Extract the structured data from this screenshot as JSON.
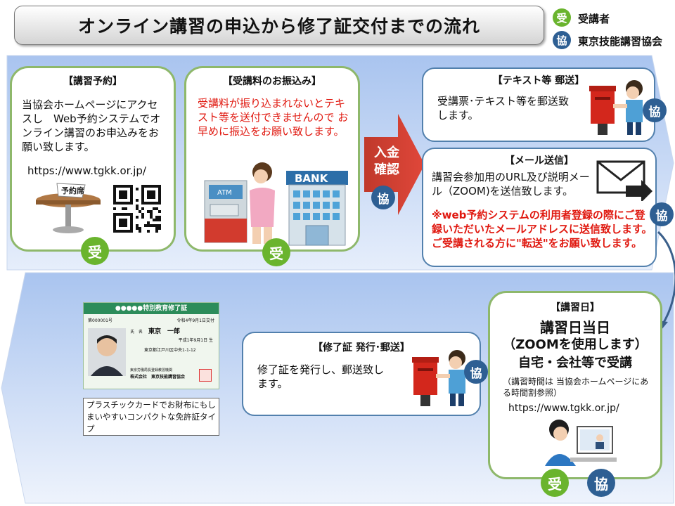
{
  "title": "オンライン講習の申込から修了証交付までの流れ",
  "legend": {
    "u_badge": "受",
    "u_label": "受講者",
    "k_badge": "協",
    "k_label": "東京技能講習協会"
  },
  "step1": {
    "heading": "【講習予約】",
    "body": "当協会ホームページにアクセスし　Web予約システムでオンライン講習のお申込みをお願い致します。",
    "url": "https://www.tgkk.or.jp/",
    "sign_text": "予約席",
    "badge": "受"
  },
  "step2": {
    "heading": "【受講料のお振込み】",
    "body_red": "受講料が振り込まれないとテキスト等を送付できませんので お早めに振込をお願い致します。",
    "atm_label": "ATM",
    "bank_label": "BANK",
    "badge": "受"
  },
  "arrow": {
    "label_line1": "入金",
    "label_line2": "確認",
    "badge": "協"
  },
  "step3": {
    "heading": "【テキスト等 郵送】",
    "body": "受講票･テキスト等を郵送致します。",
    "badge": "協"
  },
  "step4": {
    "heading": "【メール送信】",
    "body": "講習会参加用のURL及び説明メール（ZOOM)を送信致します。",
    "note_red": "※web予約システムの利用者登録の際にご登録いただいたメールアドレスに送信致します。ご受講される方に\"転送\"をお願い致します。",
    "badge": "協"
  },
  "step5": {
    "heading": "【講習日】",
    "line1": "講習日当日",
    "line2": "（ZOOMを使用します）",
    "line3": "自宅・会社等で受講",
    "note": "（講習時間は 当協会ホームページにある時間割参照）",
    "url": "https://www.tgkk.or.jp/",
    "badge_u": "受",
    "badge_k": "協"
  },
  "step6": {
    "heading": "【修了証 発行･郵送】",
    "body": "修了証を発行し、郵送致します。",
    "badge": "協"
  },
  "certificate": {
    "header": "●●●●●特別教育修了証",
    "number": "第000001号",
    "issue_date": "令和4年9月1日交付",
    "name_label": "氏　名",
    "name": "東京　一郎",
    "birth": "平成1年9月1日 生",
    "address": "東京都江戸川区中央1-1-12",
    "issuer1": "東京労働局長登録教習機関",
    "issuer2": "株式会社　東京技能講習協会"
  },
  "card_note": "プラスチックカードでお財布にもしまいやすいコンパクトな免許証タイプ"
}
